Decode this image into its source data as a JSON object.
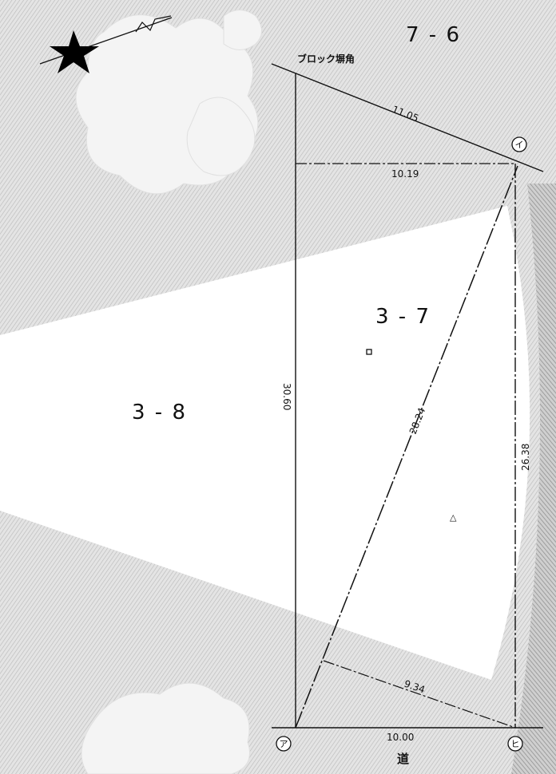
{
  "lots": {
    "upper": "7 - 6",
    "main": "3 - 7",
    "left": "3 - 8"
  },
  "labels": {
    "block_corner": "ブロック塀角",
    "road": "道",
    "small_mark": "△"
  },
  "points": {
    "top_right": "イ",
    "bottom_left": "ア",
    "bottom_right": "ヒ"
  },
  "dimensions": {
    "top_edge": "11.05",
    "top_offset": "10.19",
    "left_edge": "30.60",
    "diagonal": "28.24",
    "right_edge": "26.38",
    "lower_offset": "9.34",
    "bottom_edge": "10.00"
  },
  "colors": {
    "background_shade": "#d9d9d9",
    "line": "#111111",
    "paper": "#ffffff"
  },
  "icons": {
    "north_arrow": "compass-star-icon",
    "motif": "paulownia-crest"
  }
}
